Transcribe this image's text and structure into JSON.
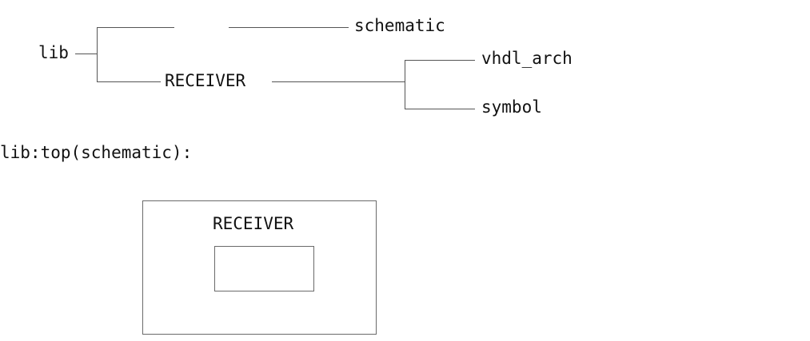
{
  "document": {
    "type": "hdl-design-hierarchy",
    "background_color": "#ffffff",
    "line_color": "#555555",
    "text_color": "#111111"
  },
  "hierarchy_tree": {
    "root": {
      "label": "lib"
    },
    "children": [
      {
        "label": "",
        "views": [
          {
            "label": "schematic"
          }
        ]
      },
      {
        "label": "RECEIVER",
        "views": [
          {
            "label": "vhdl_arch"
          },
          {
            "label": "symbol"
          }
        ]
      }
    ]
  },
  "schematic_view": {
    "caption": "lib:top(schematic):",
    "outer_block": {
      "label": "RECEIVER"
    },
    "inner_block": {
      "label": ""
    }
  }
}
